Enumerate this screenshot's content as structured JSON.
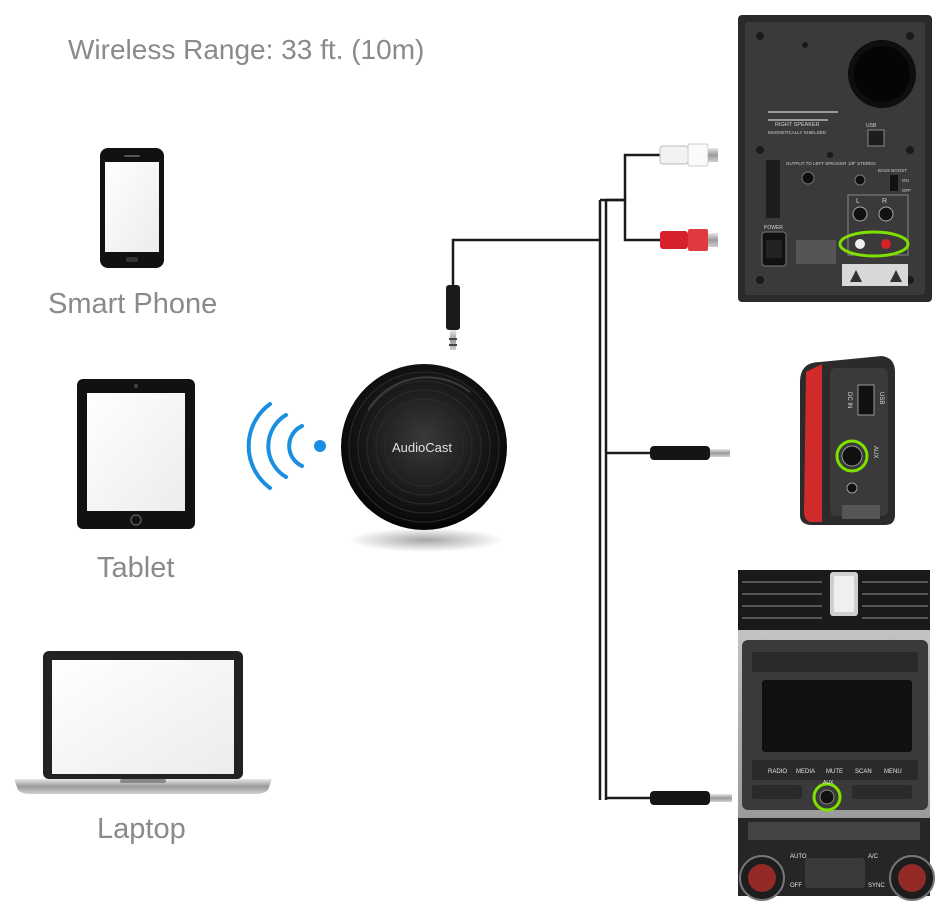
{
  "header": {
    "range_text": "Wireless Range: 33 ft. (10m)"
  },
  "sources": [
    {
      "label": "Smart Phone",
      "icon": "smartphone-icon"
    },
    {
      "label": "Tablet",
      "icon": "tablet-icon"
    },
    {
      "label": "Laptop",
      "icon": "laptop-icon"
    }
  ],
  "receiver": {
    "brand": "AudioCast",
    "icon": "audiocast-receiver-icon"
  },
  "wireless_icon": "wifi-signal-icon",
  "speaker": {
    "title": "RIGHT SPEAKER",
    "subtitle": "MAGNETICALLY SHIELDED",
    "usb": "USB",
    "output": "OUTPUT TO LEFT SPEAKER",
    "stereo": "1/8\" STEREO",
    "bass": "BASS BOOST",
    "on": "ON",
    "off": "OFF",
    "left": "L",
    "right": "R",
    "power": "POWER"
  },
  "radio": {
    "dc": "DC IN",
    "aux": "AUX",
    "usb": "USB"
  },
  "car": {
    "buttons": [
      "RADIO",
      "MEDIA",
      "MUTE",
      "SCAN",
      "MENU"
    ],
    "aux": "AUX",
    "auto": "AUTO",
    "ac": "A/C",
    "off": "OFF",
    "sync": "SYNC"
  },
  "colors": {
    "highlight": "#7fe000",
    "wifi": "#1a8fe0",
    "label": "#8a8a8a",
    "rca_red": "#d6202a"
  }
}
